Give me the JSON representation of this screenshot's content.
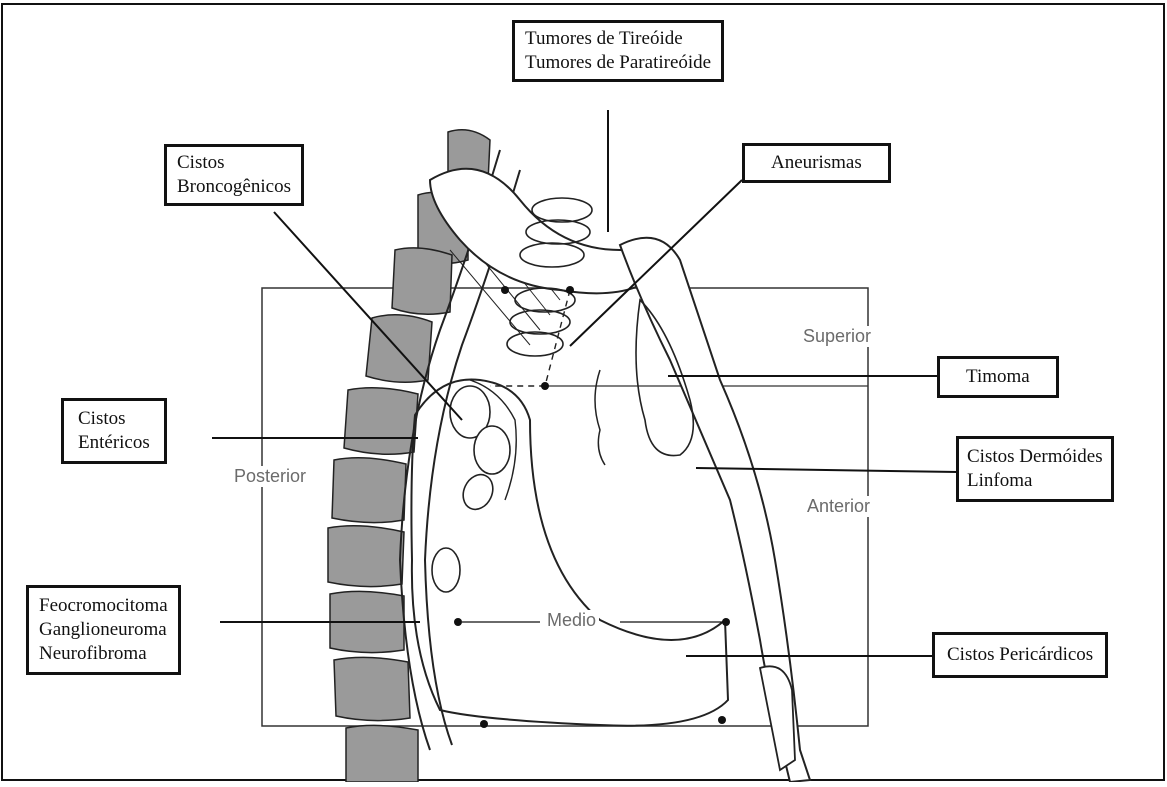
{
  "labels": {
    "tireoide": [
      "Tumores de Tireóide",
      "Tumores de Paratireóide"
    ],
    "broncogenicos": [
      "Cistos",
      "Broncogênicos"
    ],
    "aneurismas": [
      "Aneurismas"
    ],
    "timoma": [
      "Timoma"
    ],
    "entericos": [
      "Cistos",
      "Entéricos"
    ],
    "dermoides": [
      "Cistos Dermóides",
      "Linfoma"
    ],
    "neurogenicos": [
      "Feocromocitoma",
      "Ganglioneuroma",
      "Neurofibroma"
    ],
    "pericardicos": [
      "Cistos Pericárdicos"
    ]
  },
  "regions": {
    "superior": "Superior",
    "posterior": "Posterior",
    "anterior": "Anterior",
    "medio": "Medio"
  },
  "colors": {
    "line": "#111111",
    "vertebra_fill": "#9a9a9a",
    "region_text": "#6b6b6b"
  }
}
